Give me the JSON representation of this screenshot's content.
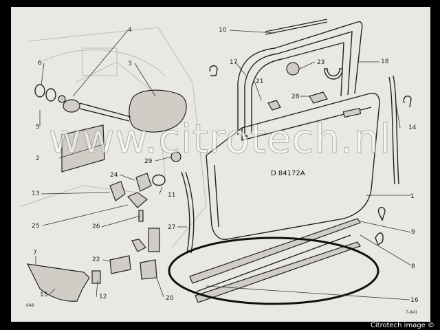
{
  "diagram": {
    "reference": "D 84172A",
    "page_code": "648",
    "plate_code": "7-841",
    "callouts": [
      "1",
      "2",
      "3",
      "4",
      "5",
      "6",
      "7",
      "8",
      "9",
      "10",
      "11",
      "12",
      "13",
      "14",
      "15",
      "16",
      "17",
      "18",
      "20",
      "21",
      "22",
      "23",
      "24",
      "25",
      "26",
      "27",
      "28",
      "29"
    ]
  },
  "watermark": "www.citrotech.nl",
  "credit": "Citrotech image ©"
}
